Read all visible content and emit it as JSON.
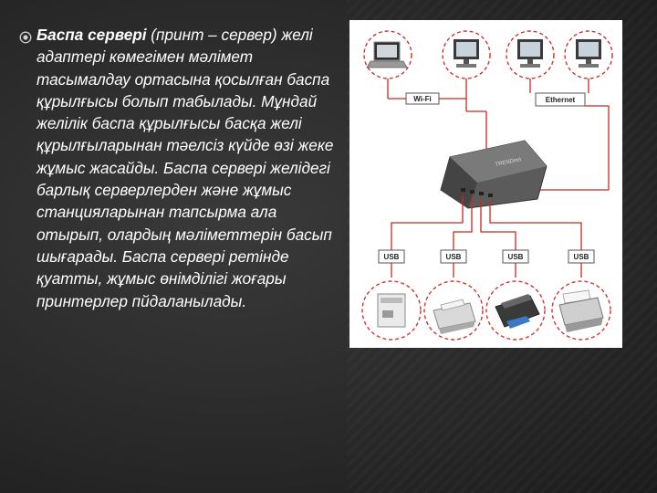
{
  "slide": {
    "bullet_icon": "target-bullet-icon",
    "text_bold": "Баспа сервері",
    "text_rest": " (принт – сервер) желі адаптері көмегімен мәлімет тасымалдау ортасына қосылған баспа құрылғысы болып табылады. Мұндай желілік баспа құрылғысы басқа желі құрылғыларынан тәелсіз күйде өзі жеке жұмыс жасайды. Баспа сервері желідегі барлық серверлерден және жұмыс станцияларынан тапсырма ала отырып, олардың мәліметтерін басып шығарады. Баспа сервері ретінде қуатты, жұмыс өнімділігі жоғары принтерлер пйдаланылады."
  },
  "diagram": {
    "wifi_label": "Wi-Fi",
    "ethernet_label": "Ethernet",
    "usb_labels": [
      "USB",
      "USB",
      "USB",
      "USB"
    ],
    "device_brand": "TRENDnet",
    "top_devices": [
      "laptop-icon",
      "desktop-icon",
      "desktop-icon",
      "desktop-icon"
    ],
    "bottom_devices": [
      "laser-printer-icon",
      "inkjet-printer-icon",
      "multifunction-printer-icon",
      "photo-printer-icon"
    ],
    "colors": {
      "dash": "#d0342c",
      "wire": "#c8281e",
      "background": "#ffffff"
    }
  }
}
